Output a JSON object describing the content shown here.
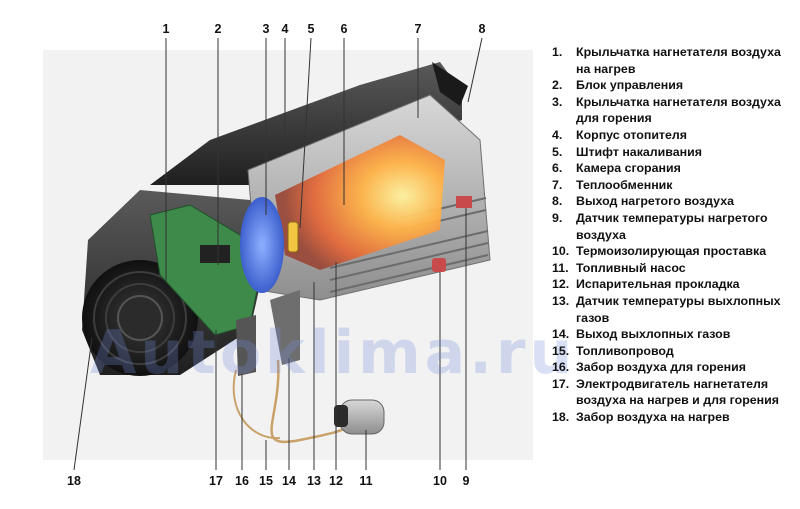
{
  "watermark": "Autoklima.ru",
  "legend": [
    {
      "num": "1.",
      "text": "Крыльчатка нагнетателя воздуха на нагрев"
    },
    {
      "num": "2.",
      "text": "Блок управления"
    },
    {
      "num": "3.",
      "text": "Крыльчатка нагнетателя воздуха для горения"
    },
    {
      "num": "4.",
      "text": "Корпус отопителя"
    },
    {
      "num": "5.",
      "text": "Штифт накаливания"
    },
    {
      "num": "6.",
      "text": "Камера сгорания"
    },
    {
      "num": "7.",
      "text": "Теплообменник"
    },
    {
      "num": "8.",
      "text": "Выход нагретого воздуха"
    },
    {
      "num": "9.",
      "text": "Датчик температуры нагретого воздуха"
    },
    {
      "num": "10.",
      "text": "Термоизолирующая проставка"
    },
    {
      "num": "11.",
      "text": "Топливный насос"
    },
    {
      "num": "12.",
      "text": "Испарительная прокладка"
    },
    {
      "num": "13.",
      "text": "Датчик температуры выхлопных газов"
    },
    {
      "num": "14.",
      "text": "Выход выхлопных газов"
    },
    {
      "num": "15.",
      "text": "Топливопровод"
    },
    {
      "num": "16.",
      "text": "Забор воздуха для горения"
    },
    {
      "num": "17.",
      "text": "Электродвигатель нагнетателя воздуха на нагрев и для горения"
    },
    {
      "num": "18.",
      "text": "Забор воздуха на нагрев"
    }
  ],
  "callouts": {
    "c1": "1",
    "c2": "2",
    "c3": "3",
    "c4": "4",
    "c5": "5",
    "c6": "6",
    "c7": "7",
    "c8": "8",
    "c9": "9",
    "c10": "10",
    "c11": "11",
    "c12": "12",
    "c13": "13",
    "c14": "14",
    "c15": "15",
    "c16": "16",
    "c17": "17",
    "c18": "18"
  }
}
